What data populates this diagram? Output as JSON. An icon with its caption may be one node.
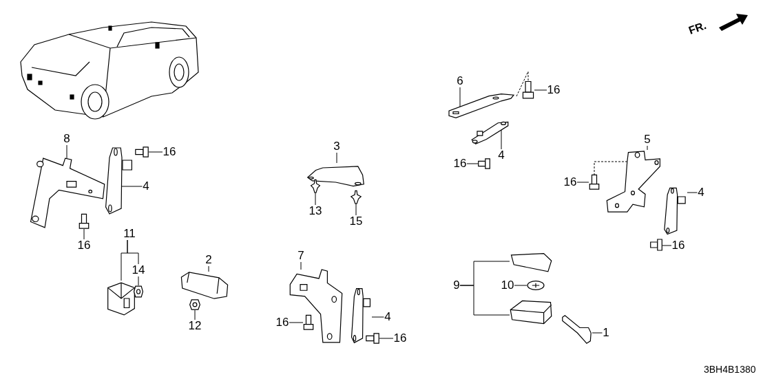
{
  "diagram": {
    "nodes": [
      {
        "text": [
          "8"
        ]
      },
      {
        "text": [],
        "shape": "picture"
      },
      {
        "text": [
          "4"
        ]
      },
      {
        "text": [],
        "shape": "picture"
      },
      {
        "text": [
          "16"
        ]
      },
      {
        "text": [],
        "shape": "picture"
      },
      {
        "text": [
          "16"
        ]
      },
      {
        "text": [],
        "shape": "picture"
      },
      {
        "text": [
          "11"
        ]
      },
      {
        "text": [
          "14"
        ]
      },
      {
        "text": [],
        "shape": "picture"
      },
      {
        "text": [],
        "shape": "picture"
      },
      {
        "text": [
          "2"
        ]
      },
      {
        "text": [],
        "shape": "picture"
      },
      {
        "text": [
          "12"
        ]
      },
      {
        "text": [],
        "shape": "picture"
      },
      {
        "text": [
          "3"
        ]
      },
      {
        "text": [],
        "shape": "picture"
      },
      {
        "text": [
          "13"
        ]
      },
      {
        "text": [],
        "shape": "picture"
      },
      {
        "text": [
          "15"
        ]
      },
      {
        "text": [],
        "shape": "picture"
      },
      {
        "text": [
          "7"
        ]
      },
      {
        "text": [],
        "shape": "picture"
      },
      {
        "text": [
          "16"
        ]
      },
      {
        "text": [],
        "shape": "picture"
      },
      {
        "text": [
          "4"
        ]
      },
      {
        "text": [],
        "shape": "picture"
      },
      {
        "text": [
          "16"
        ]
      },
      {
        "text": [],
        "shape": "picture"
      },
      {
        "text": [
          "6"
        ]
      },
      {
        "text": [],
        "shape": "picture"
      },
      {
        "text": [
          "16"
        ]
      },
      {
        "text": [],
        "shape": "picture"
      },
      {
        "text": [
          "4"
        ]
      },
      {
        "text": [],
        "shape": "picture"
      },
      {
        "text": [
          "16"
        ]
      },
      {
        "text": [],
        "shape": "picture"
      },
      {
        "text": [
          "5"
        ]
      },
      {
        "text": [],
        "shape": "picture"
      },
      {
        "text": [
          "16"
        ]
      },
      {
        "text": [],
        "shape": "picture"
      },
      {
        "text": [
          "4"
        ]
      },
      {
        "text": [],
        "shape": "picture"
      },
      {
        "text": [
          "16"
        ]
      },
      {
        "text": [],
        "shape": "picture"
      },
      {
        "text": [
          "9"
        ]
      },
      {
        "text": [],
        "shape": "picture"
      },
      {
        "text": [
          "10"
        ]
      },
      {
        "text": [],
        "shape": "picture"
      },
      {
        "text": [],
        "shape": "picture"
      },
      {
        "text": [
          "1"
        ]
      },
      {
        "text": [],
        "shape": "picture"
      }
    ],
    "edges": [
      {
        "from": 0,
        "to": 1,
        "arrow": "none"
      },
      {
        "from": 2,
        "to": 3,
        "arrow": "none"
      },
      {
        "from": 4,
        "to": 5,
        "arrow": "none"
      },
      {
        "from": 6,
        "to": 7,
        "arrow": "none"
      },
      {
        "from": 8,
        "to": 10,
        "arrow": "none"
      },
      {
        "from": 8,
        "to": 9,
        "arrow": "none"
      },
      {
        "from": 9,
        "to": 11,
        "arrow": "none"
      },
      {
        "from": 12,
        "to": 13,
        "arrow": "none"
      },
      {
        "from": 14,
        "to": 15,
        "arrow": "none"
      },
      {
        "from": 16,
        "to": 17,
        "arrow": "none"
      },
      {
        "from": 18,
        "to": 19,
        "arrow": "none"
      },
      {
        "from": 20,
        "to": 21,
        "arrow": "none"
      },
      {
        "from": 22,
        "to": 23,
        "arrow": "none"
      },
      {
        "from": 24,
        "to": 25,
        "arrow": "none"
      },
      {
        "from": 26,
        "to": 27,
        "arrow": "none"
      },
      {
        "from": 28,
        "to": 29,
        "arrow": "none"
      },
      {
        "from": 30,
        "to": 31,
        "arrow": "none"
      },
      {
        "from": 32,
        "to": 33,
        "arrow": "none"
      },
      {
        "from": 31,
        "to": 33,
        "arrow": "none",
        "style": "dashed"
      },
      {
        "from": 34,
        "to": 35,
        "arrow": "none"
      },
      {
        "from": 36,
        "to": 37,
        "arrow": "none"
      },
      {
        "from": 38,
        "to": 39,
        "arrow": "none"
      },
      {
        "from": 40,
        "to": 41,
        "arrow": "none"
      },
      {
        "from": 39,
        "to": 41,
        "arrow": "none",
        "style": "dashed"
      },
      {
        "from": 42,
        "to": 43,
        "arrow": "none"
      },
      {
        "from": 44,
        "to": 45,
        "arrow": "none"
      },
      {
        "from": 46,
        "to": 47,
        "arrow": "none"
      },
      {
        "from": 46,
        "to": 50,
        "arrow": "none"
      },
      {
        "from": 48,
        "to": 49,
        "arrow": "none"
      },
      {
        "from": 51,
        "to": 52,
        "arrow": "none"
      }
    ],
    "labels": [
      "FR.",
      "3BH4B1380"
    ]
  }
}
